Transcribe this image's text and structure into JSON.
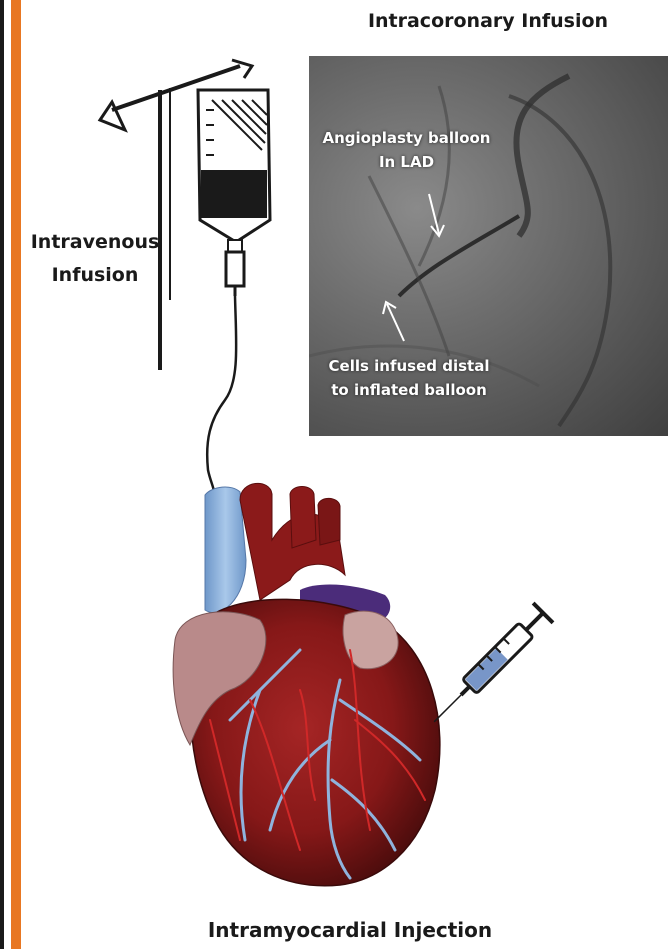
{
  "labels": {
    "intracoronary_title": "Intracoronary Infusion",
    "intravenous_line1": "Intravenous",
    "intravenous_line2": "Infusion",
    "intramyocardial_title": "Intramyocardial Injection"
  },
  "angiogram": {
    "balloon_line1": "Angioplasty balloon",
    "balloon_line2": "In LAD",
    "cells_line1": "Cells infused distal",
    "cells_line2": "to inflated balloon"
  },
  "colors": {
    "accent_bar": "#E87722",
    "heart_red": "#8B1A1A",
    "vein_blue": "#7FA8D6",
    "aorta_purple": "#4B2C7A"
  }
}
